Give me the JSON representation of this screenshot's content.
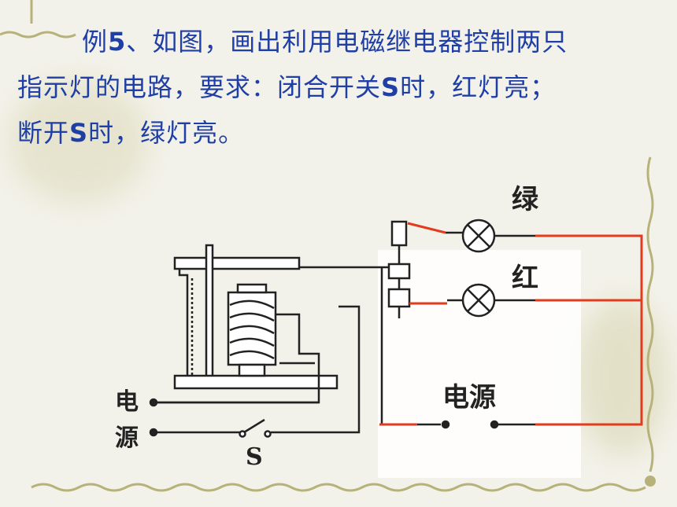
{
  "slide": {
    "question_lines": [
      {
        "pre": "例",
        "bold": "5",
        "post": "、如图，画出利用电磁继电器控制两只"
      },
      {
        "pre": "指示灯的电路，要求：闭合开关",
        "bold": "S",
        "post": "时，红灯亮；"
      },
      {
        "pre": "断开",
        "bold": "S",
        "post": "时，绿灯亮。"
      }
    ]
  },
  "diagram": {
    "lamp_green_label": "绿",
    "lamp_red_label": "红",
    "power_left_label_1": "电",
    "power_left_label_2": "源",
    "switch_label": "S",
    "power_right_label": "电源"
  },
  "colors": {
    "text": "#1f3fa6",
    "answer_wire": "#e23b1e",
    "circuit": "#222222",
    "border": "#c9c9a0"
  }
}
